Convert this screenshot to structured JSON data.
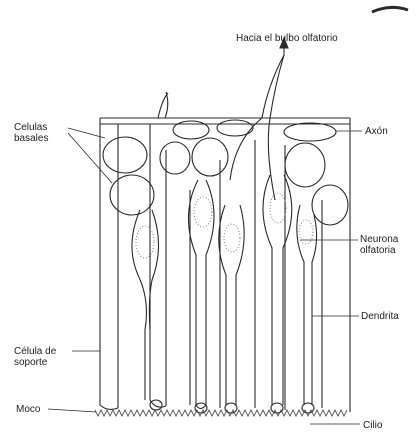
{
  "labels": {
    "to_bulb": "Hacia el bulbo olfatorio",
    "basal_cells_line1": "Celulas",
    "basal_cells_line2": "basales",
    "axon": "Axón",
    "neuron_line1": "Neurona",
    "neuron_line2": "olfatoria",
    "dendrite": "Dendrita",
    "support_line1": "Célula de",
    "support_line2": "soporte",
    "mucus": "Moco",
    "cilium": "Cilio"
  },
  "colors": {
    "ink": "#2a2a2a",
    "stipple": "#8a8a8a"
  }
}
